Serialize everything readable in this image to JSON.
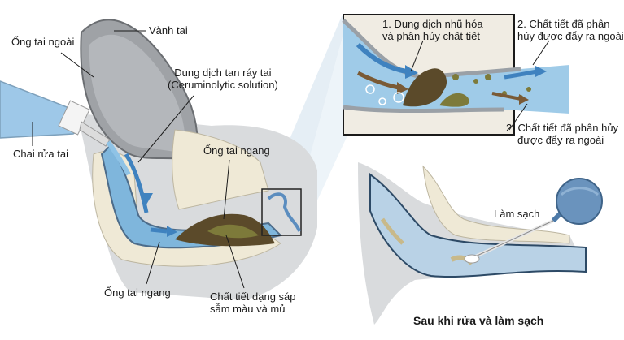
{
  "diagram": {
    "type": "medical-illustration",
    "subject": "Ear cleaning process (ear canal irrigation)",
    "colors": {
      "fluid": "#7fb6dc",
      "fluid_dark": "#3f82bf",
      "wax": "#5b4a2a",
      "wax_green": "#7d7a3a",
      "bone": "#efe9d6",
      "skin": "#b9bcbf",
      "inset_bg": "#f0ece3",
      "bulb": "#6a93bd"
    },
    "main_panel": {
      "labels": {
        "pinna": "Vành tai",
        "external_canal": "Ống tai ngoài",
        "bottle": "Chai rửa tai",
        "solution_line1": "Dung dịch tan ráy tai",
        "solution_line2": "(Ceruminolytic solution)",
        "horizontal_canal_top": "Ống tai ngang",
        "horizontal_canal_bottom": "Ống tai ngang",
        "wax_line1": "Chất tiết dạng sáp",
        "wax_line2": "sẫm màu và mủ"
      }
    },
    "inset_panel": {
      "labels": {
        "step1_line1": "1. Dung dịch nhũ hóa",
        "step1_line2": "và phân hủy chất tiết",
        "step2a_line1": "2. Chất tiết đã phân",
        "step2a_line2": "hủy được đẩy ra ngoài",
        "step2b_line1": "2. Chất tiết đã phân hủy",
        "step2b_line2": "được đẩy ra ngoài"
      }
    },
    "after_panel": {
      "labels": {
        "cleaning": "Làm sạch",
        "caption": "Sau khi rửa và làm sạch"
      }
    }
  }
}
